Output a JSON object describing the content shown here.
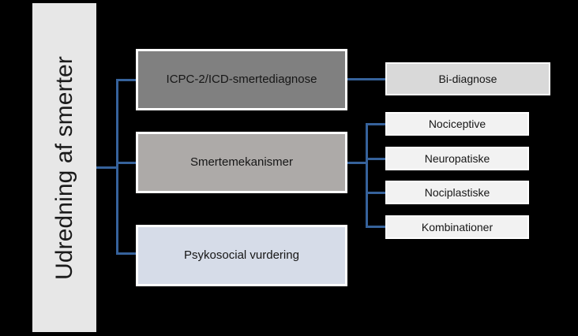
{
  "diagram": {
    "title": "Udredning af smerter",
    "background_color": "#000000",
    "connector_color": "#36629b",
    "root": {
      "label": "Udredning af smerter",
      "fill": "#e7e7e7"
    },
    "main_nodes": [
      {
        "label": "ICPC-2/ICD-smertediagnose",
        "fill": "#808080"
      },
      {
        "label": "Smertemekanismer",
        "fill": "#adaaa8"
      },
      {
        "label": "Psykosocial vurdering",
        "fill": "#d6dce8"
      }
    ],
    "bi_diagnose": {
      "label": "Bi-diagnose",
      "fill": "#d9d9d9"
    },
    "mechanisms": [
      {
        "label": "Nociceptive",
        "fill": "#f2f2f2"
      },
      {
        "label": "Neuropatiske",
        "fill": "#f2f2f2"
      },
      {
        "label": "Nociplastiske",
        "fill": "#f2f2f2"
      },
      {
        "label": "Kombinationer",
        "fill": "#f2f2f2"
      }
    ]
  }
}
